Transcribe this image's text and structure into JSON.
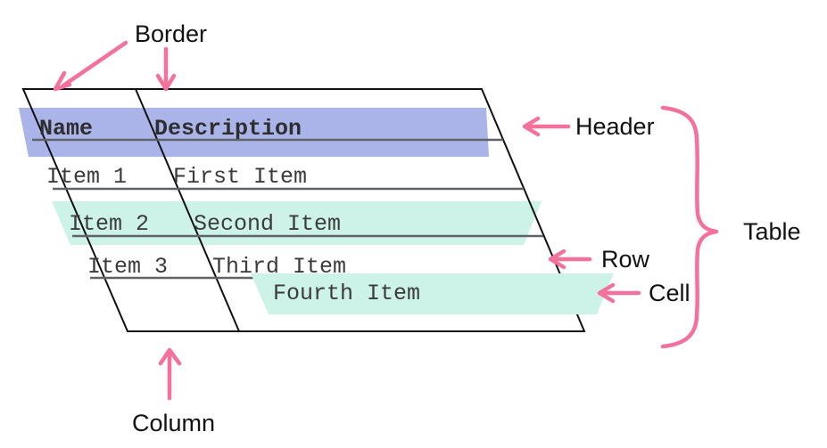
{
  "diagram": {
    "title": "Table anatomy diagram",
    "colors": {
      "header_highlight": "#aab4e8",
      "row_highlight": "#cdf2e7",
      "cell_highlight": "#cdf2e7",
      "annotation_pink": "#f4719b",
      "border_black": "#111111",
      "rule_gray": "#5f6368",
      "text_dark": "#3b3b3b",
      "label_text": "#111111",
      "background": "#ffffff"
    }
  },
  "table": {
    "columns": [
      "Name",
      "Description"
    ],
    "rows": [
      {
        "name": "Item 1",
        "description": "First Item"
      },
      {
        "name": "Item 2",
        "description": "Second Item"
      },
      {
        "name": "Item 3",
        "description": "Third Item"
      },
      {
        "name": "",
        "description": ""
      }
    ],
    "header": {
      "name": "Name",
      "description": "Description"
    },
    "highlighted_row": "Item 2",
    "floating_cell": "Fourth Item"
  },
  "annotations": {
    "border": "Border",
    "header": "Header",
    "table": "Table",
    "row": "Row",
    "cell": "Cell",
    "column": "Column"
  }
}
